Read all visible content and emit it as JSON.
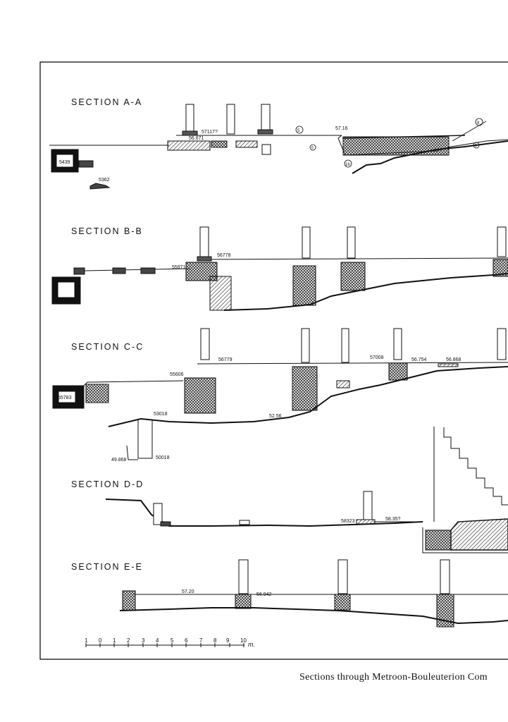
{
  "sections": {
    "a": {
      "title": "SECTION A-A",
      "elev": [
        "57117?",
        "56.671",
        "57.16",
        "5439",
        "5362"
      ],
      "markers": [
        "5",
        "6",
        "8",
        "9",
        "16"
      ]
    },
    "b": {
      "title": "SECTION B-B",
      "elev": [
        "55971",
        "56778"
      ]
    },
    "c": {
      "title": "SECTION C-C",
      "elev": [
        "56779",
        "55606",
        "55783",
        "53018",
        "52.56",
        "49.868",
        "50018",
        "57008",
        "56.754",
        "56.868"
      ]
    },
    "d": {
      "title": "SECTION D-D",
      "elev": [
        "58323",
        "58.35?"
      ]
    },
    "e": {
      "title": "SECTION E-E",
      "elev": [
        "57.20",
        "56.942"
      ]
    }
  },
  "scale": {
    "ticks": [
      "1",
      "0",
      "1",
      "2",
      "3",
      "4",
      "5",
      "6",
      "7",
      "8",
      "9",
      "10"
    ],
    "unit": "m."
  },
  "caption": "Sections through Metroon-Bouleuterion Com"
}
